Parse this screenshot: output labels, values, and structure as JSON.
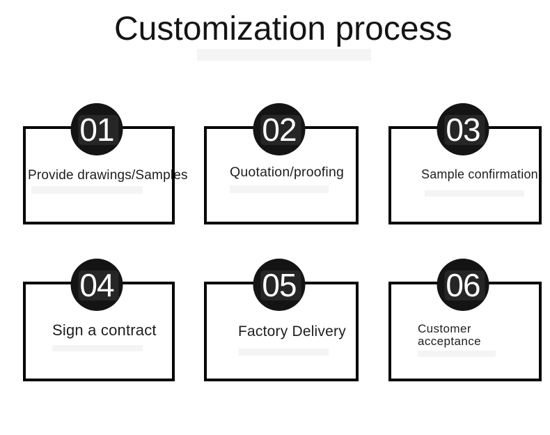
{
  "title": "Customization process",
  "steps": [
    {
      "number": "01",
      "label": "Provide drawings/Samples"
    },
    {
      "number": "02",
      "label": "Quotation/proofing"
    },
    {
      "number": "03",
      "label": "Sample confirmation"
    },
    {
      "number": "04",
      "label": "Sign a contract"
    },
    {
      "number": "05",
      "label": "Factory Delivery"
    },
    {
      "number": "06",
      "label": "Customer acceptance"
    }
  ],
  "colors": {
    "background": "#ffffff",
    "frame_border": "#050505",
    "badge_fill": "#141414",
    "badge_number": "#ffffff",
    "title_text": "#141414",
    "label_text": "#1e1e1e"
  }
}
